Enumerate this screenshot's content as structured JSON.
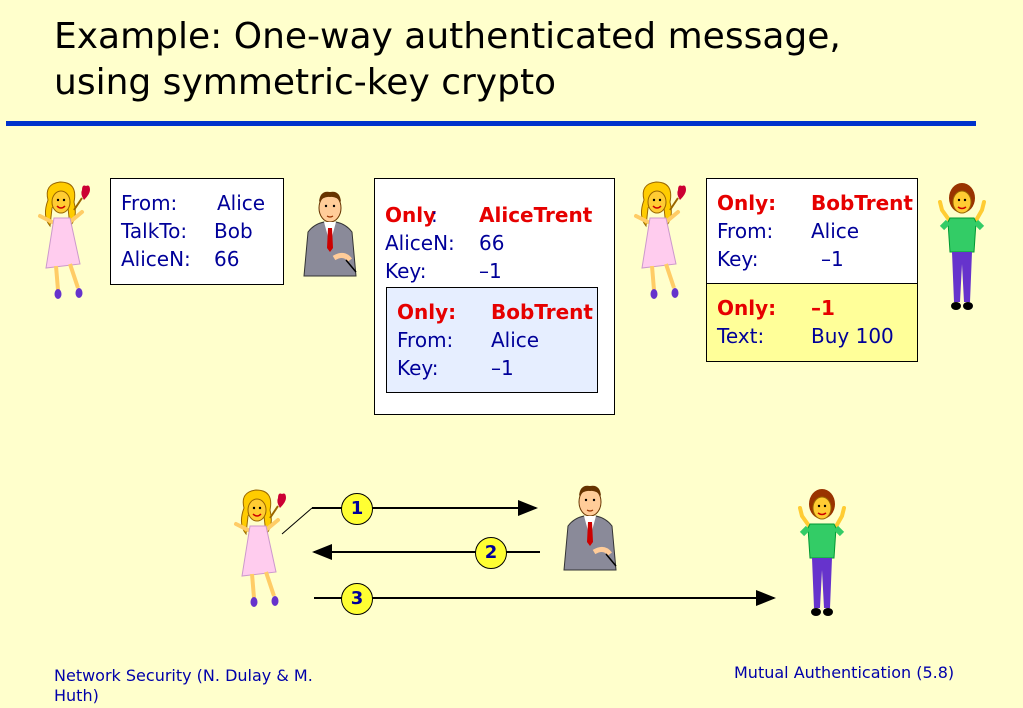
{
  "title": {
    "line1": "Example: One-way authenticated message,",
    "line2": "using symmetric-key crypto"
  },
  "box1": {
    "rows": [
      {
        "key": "From:",
        "value": "Alice"
      },
      {
        "key": "TalkTo:",
        "value": "Bob"
      },
      {
        "key": "AliceN:",
        "value": "66"
      }
    ]
  },
  "box2": {
    "rows": [
      {
        "key": "Only",
        "colon": ":",
        "value": "AliceTrent"
      },
      {
        "key": "AliceN:",
        "value": "66"
      },
      {
        "key": "Key:",
        "value": "–1"
      }
    ],
    "inner": [
      {
        "key": "Only:",
        "value": "BobTrent"
      },
      {
        "key": "From:",
        "value": "Alice"
      },
      {
        "key": "Key:",
        "value": "–1"
      }
    ]
  },
  "box3": {
    "top": [
      {
        "key": "Only:",
        "value": "BobTrent"
      },
      {
        "key": "From:",
        "value": "Alice"
      },
      {
        "key": "Key:",
        "value": "–1"
      }
    ],
    "bottom": [
      {
        "key": "Only:",
        "value": "–1"
      },
      {
        "key": "Text:",
        "value": "Buy 100"
      }
    ]
  },
  "steps": [
    "1",
    "2",
    "3"
  ],
  "footer": {
    "left": "Network Security (N. Dulay & M. Huth)",
    "right": "Mutual Authentication (5.8)"
  },
  "colors": {
    "background": "#ffffcc",
    "rule": "#0033cc",
    "highlight": "#e60000",
    "text": "#000099",
    "inner_box": "#e6eeff",
    "note_box": "#ffff99",
    "step_circle": "#ffff33"
  },
  "icons": [
    "alice-figure",
    "trent-figure",
    "bob-figure"
  ]
}
